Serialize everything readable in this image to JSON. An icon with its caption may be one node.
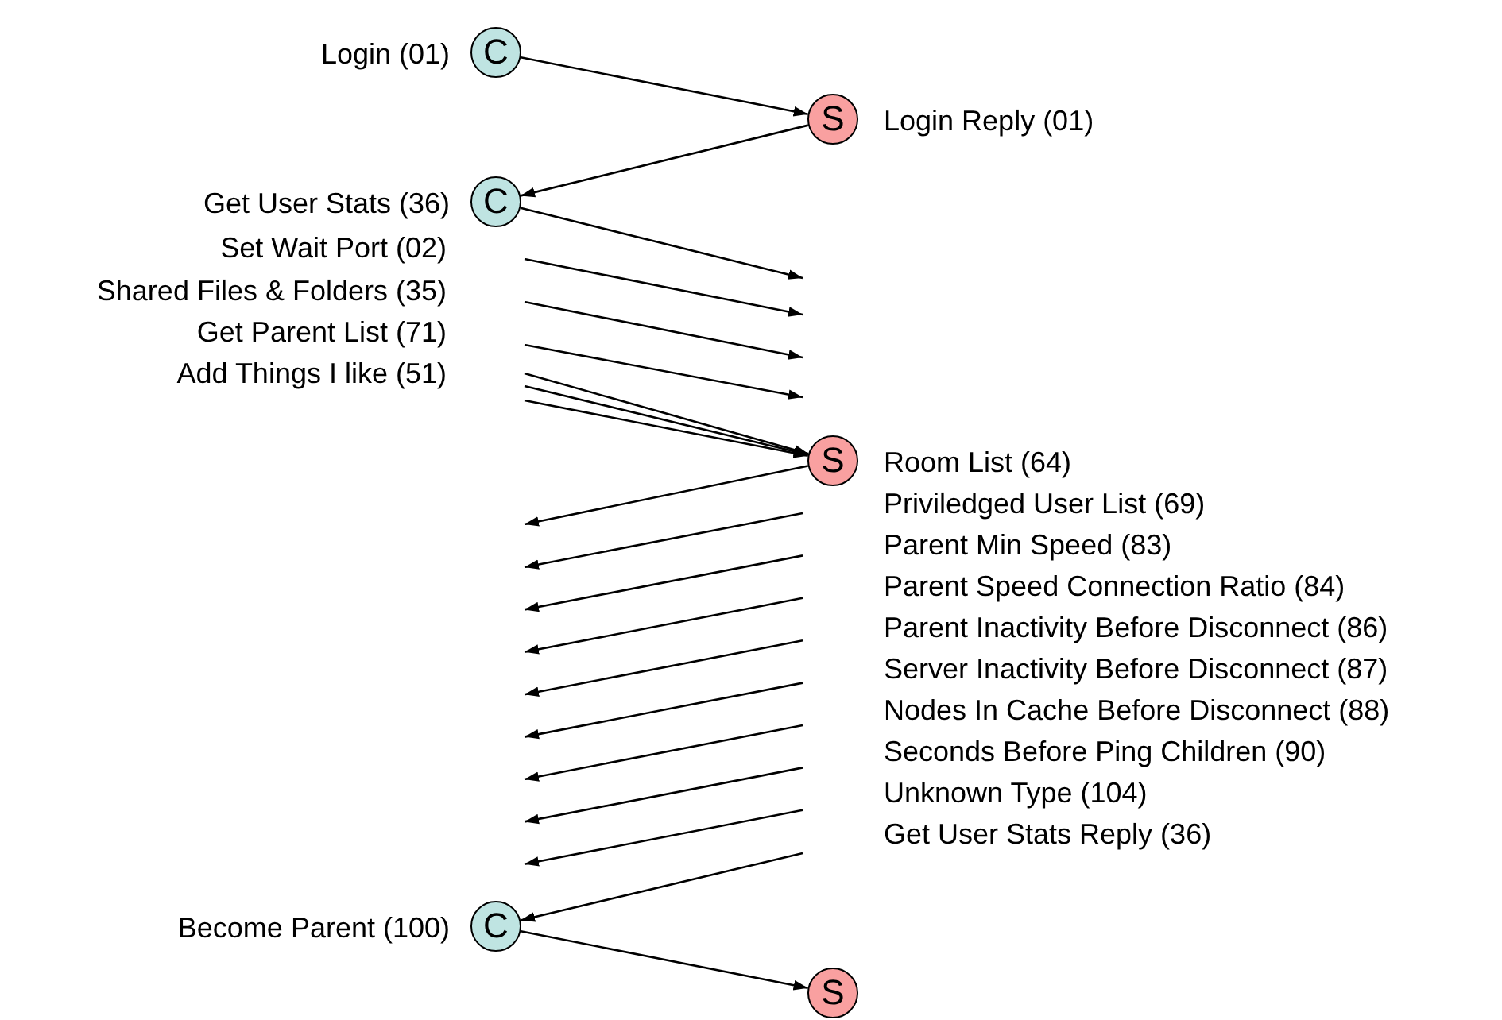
{
  "diagram": {
    "nodes": [
      {
        "text": [
          "C"
        ],
        "beside": [
          "Login (01)"
        ]
      },
      {
        "text": [
          "S"
        ],
        "beside": [
          "Login Reply (01)"
        ]
      },
      {
        "text": [
          "C"
        ],
        "beside": [
          "Get User Stats (36)"
        ]
      },
      {
        "text": [
          "S"
        ],
        "beside": [
          "Room List (64)"
        ]
      },
      {
        "text": [
          "C"
        ],
        "beside": [
          "Become Parent (100)"
        ]
      },
      {
        "text": [
          "S"
        ]
      }
    ],
    "edges": [
      {
        "from": 0,
        "to": 1,
        "arrow": "to"
      },
      {
        "from": 1,
        "to": 2,
        "arrow": "to"
      },
      {
        "from": 2,
        "to": null,
        "arrow": "to"
      },
      {
        "from": null,
        "to": 3,
        "arrow": "to"
      },
      {
        "from": null,
        "to": 3,
        "arrow": "to"
      },
      {
        "from": null,
        "to": 3,
        "arrow": "to"
      },
      {
        "from": 3,
        "to": null,
        "arrow": "to"
      },
      {
        "from": null,
        "to": 4,
        "arrow": "to"
      },
      {
        "from": 4,
        "to": 5,
        "arrow": "to"
      }
    ],
    "labels": [
      "Set Wait Port (02)",
      "Shared Files & Folders (35)",
      "Get Parent List (71)",
      "Add Things I like (51)",
      "Priviledged User List (69)",
      "Parent Min Speed (83)",
      "Parent Speed Connection Ratio (84)",
      "Parent Inactivity Before Disconnect (86)",
      "Server Inactivity Before Disconnect (87)",
      "Nodes In Cache Before Disconnect (88)",
      "Seconds Before Ping Children (90)",
      "Unknown Type (104)",
      "Get User Stats Reply (36)"
    ]
  }
}
